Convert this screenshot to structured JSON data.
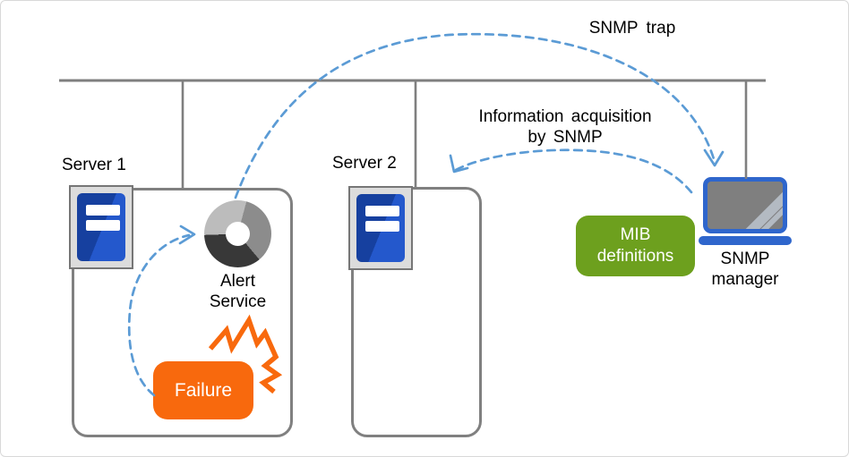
{
  "diagram": {
    "nodes": {
      "server1": {
        "label": "Server 1"
      },
      "server2": {
        "label": "Server 2"
      },
      "alert_service": {
        "label_line1": "Alert",
        "label_line2": "Service"
      },
      "failure": {
        "label": "Failure"
      },
      "mib": {
        "label_line1": "MIB",
        "label_line2": "definitions"
      },
      "snmp_manager": {
        "label_line1": "SNMP",
        "label_line2": "manager"
      }
    },
    "arrows": {
      "snmp_trap": {
        "label": "SNMP trap"
      },
      "info_acquisition": {
        "label_line1": "Information acquisition",
        "label_line2": "by SNMP"
      }
    },
    "icons": {
      "server": "server-tower-icon",
      "alert_service": "service-donut-icon",
      "snmp_manager": "laptop-icon",
      "failure": "explosion-burst-icon"
    },
    "colors": {
      "arrow_blue": "#5B9BD5",
      "bus_gray": "#7F7F7F",
      "box_border_gray": "#808080",
      "orange": "#F8690D",
      "green": "#6DA01E",
      "laptop_blue": "#2F66CC",
      "server_icon_blue": "#1E4CB8"
    }
  }
}
